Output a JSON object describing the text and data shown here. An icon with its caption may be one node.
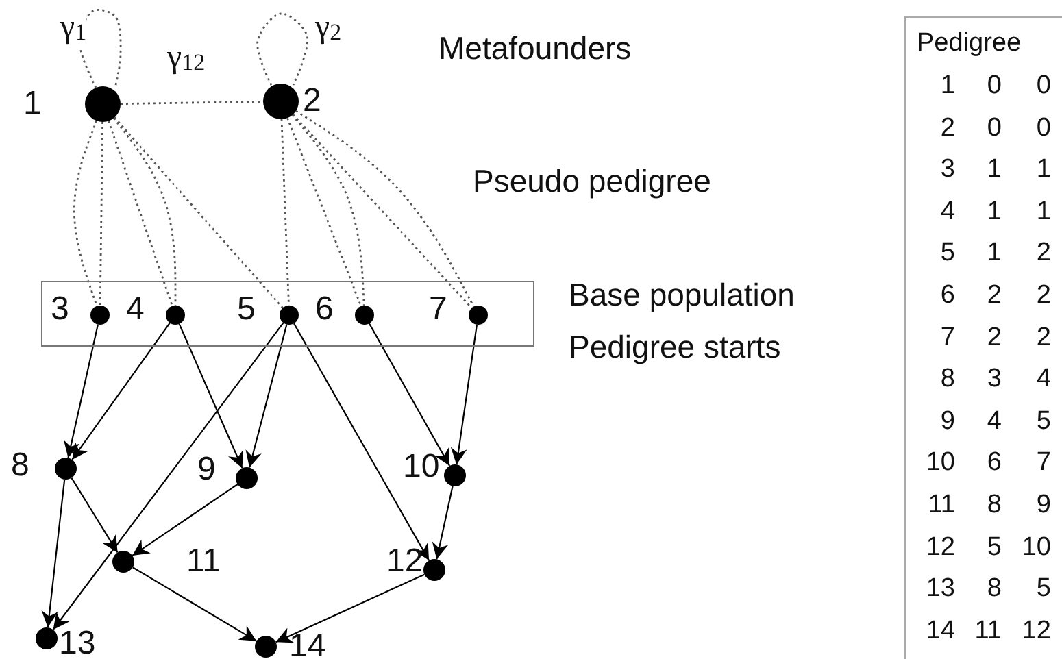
{
  "diagram": {
    "nodes": [
      {
        "text": [],
        "shape": "circle",
        "beside": [
          "1"
        ]
      },
      {
        "text": [],
        "shape": "circle",
        "beside": [
          "2"
        ]
      },
      {
        "text": [],
        "shape": "box",
        "beside": [
          "Base population",
          "Pedigree starts"
        ]
      },
      {
        "text": [],
        "shape": "circle",
        "beside": [
          "3"
        ],
        "in": 2
      },
      {
        "text": [],
        "shape": "circle",
        "beside": [
          "4"
        ],
        "in": 2
      },
      {
        "text": [],
        "shape": "circle",
        "beside": [
          "5"
        ],
        "in": 2
      },
      {
        "text": [],
        "shape": "circle",
        "beside": [
          "6"
        ],
        "in": 2
      },
      {
        "text": [],
        "shape": "circle",
        "beside": [
          "7"
        ],
        "in": 2
      },
      {
        "text": [],
        "shape": "circle",
        "beside": [
          "8"
        ]
      },
      {
        "text": [],
        "shape": "circle",
        "beside": [
          "9"
        ]
      },
      {
        "text": [],
        "shape": "circle",
        "beside": [
          "10"
        ]
      },
      {
        "text": [],
        "shape": "circle",
        "beside": [
          "11"
        ]
      },
      {
        "text": [],
        "shape": "circle",
        "beside": [
          "12"
        ]
      },
      {
        "text": [],
        "shape": "circle",
        "beside": [
          "13"
        ]
      },
      {
        "text": [],
        "shape": "circle",
        "beside": [
          "14"
        ]
      }
    ],
    "edges": [
      {
        "from": 0,
        "to": 0,
        "arrow": "none",
        "style": "dashed",
        "label": "γ$_{1}$"
      },
      {
        "from": 1,
        "to": 1,
        "arrow": "none",
        "style": "dashed",
        "label": "γ$_{2}$"
      },
      {
        "from": 0,
        "to": 1,
        "arrow": "none",
        "style": "dashed",
        "label": "γ$_{12}$"
      },
      {
        "from": 0,
        "to": 3,
        "arrow": "none",
        "style": "dashed"
      },
      {
        "from": 0,
        "to": 3,
        "arrow": "none",
        "style": "dashed"
      },
      {
        "from": 0,
        "to": 4,
        "arrow": "none",
        "style": "dashed"
      },
      {
        "from": 0,
        "to": 4,
        "arrow": "none",
        "style": "dashed"
      },
      {
        "from": 0,
        "to": 5,
        "arrow": "none",
        "style": "dashed"
      },
      {
        "from": 1,
        "to": 5,
        "arrow": "none",
        "style": "dashed"
      },
      {
        "from": 1,
        "to": 6,
        "arrow": "none",
        "style": "dashed"
      },
      {
        "from": 1,
        "to": 6,
        "arrow": "none",
        "style": "dashed"
      },
      {
        "from": 1,
        "to": 7,
        "arrow": "none",
        "style": "dashed"
      },
      {
        "from": 1,
        "to": 7,
        "arrow": "none",
        "style": "dashed"
      },
      {
        "from": 3,
        "to": 8,
        "arrow": "to"
      },
      {
        "from": 4,
        "to": 8,
        "arrow": "to"
      },
      {
        "from": 4,
        "to": 9,
        "arrow": "to"
      },
      {
        "from": 5,
        "to": 9,
        "arrow": "to"
      },
      {
        "from": 6,
        "to": 10,
        "arrow": "to"
      },
      {
        "from": 7,
        "to": 10,
        "arrow": "to"
      },
      {
        "from": 8,
        "to": 11,
        "arrow": "to"
      },
      {
        "from": 9,
        "to": 11,
        "arrow": "to"
      },
      {
        "from": 5,
        "to": 12,
        "arrow": "to"
      },
      {
        "from": 10,
        "to": 12,
        "arrow": "to"
      },
      {
        "from": 8,
        "to": 13,
        "arrow": "to"
      },
      {
        "from": 5,
        "to": 13,
        "arrow": "to"
      },
      {
        "from": 11,
        "to": 14,
        "arrow": "to"
      },
      {
        "from": 12,
        "to": 14,
        "arrow": "to"
      }
    ],
    "labels": [
      "Metafounders",
      "Pseudo pedigree",
      "Pedigree",
      "1",
      "0",
      "0",
      "2",
      "0",
      "0",
      "3",
      "1",
      "1",
      "4",
      "1",
      "1",
      "5",
      "1",
      "2",
      "6",
      "2",
      "2",
      "7",
      "2",
      "2",
      "8",
      "3",
      "4",
      "9",
      "4",
      "5",
      "10",
      "6",
      "7",
      "11",
      "8",
      "9",
      "12",
      "5",
      "10",
      "13",
      "8",
      "5",
      "14",
      "11",
      "12"
    ]
  }
}
